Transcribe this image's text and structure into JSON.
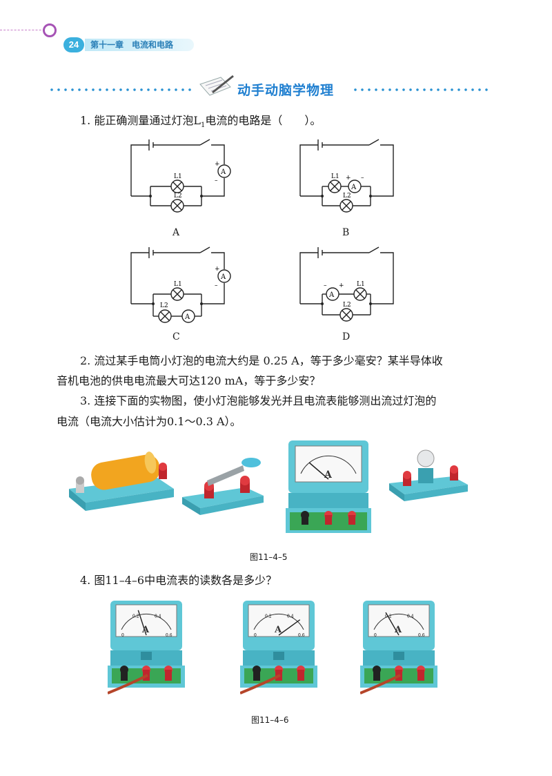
{
  "header": {
    "page_number": "24",
    "chapter": "第十一章　电流和电路"
  },
  "section_title": "动手动脑学物理",
  "q1": {
    "text": "1. 能正确测量通过灯泡L",
    "sub": "1",
    "tail": "电流的电路是（　　）。"
  },
  "circuits": [
    {
      "label": "A",
      "lamp1": "L1",
      "lamp2": "L2",
      "meter": "A"
    },
    {
      "label": "B",
      "lamp1": "L1",
      "lamp2": "L2",
      "meter": "A"
    },
    {
      "label": "C",
      "lamp1": "L1",
      "lamp2": "L2",
      "meter": "A"
    },
    {
      "label": "D",
      "lamp1": "L1",
      "lamp2": "L2",
      "meter": "A"
    }
  ],
  "q2": {
    "line1": "2. 流过某手电筒小灯泡的电流大约是 0.25 A，等于多少毫安？某半导体收",
    "line2": "音机电池的供电电流最大可达120 mA，等于多少安？"
  },
  "q3": {
    "line1": "3. 连接下面的实物图，使小灯泡能够发光并且电流表能够测出流过灯泡的",
    "line2": "电流（电流大小估计为0.1～0.3 A）。"
  },
  "fig5_caption": "图11–4–5",
  "q4": {
    "text": "4. 图11–4–6中电流表的读数各是多少？"
  },
  "fig6_caption": "图11–4–6",
  "meter_face": {
    "letter": "A",
    "scale": [
      "0",
      "0.2",
      "0.4",
      "0.6"
    ]
  },
  "meter_readings": [
    0.24,
    0.48,
    0.2
  ],
  "colors": {
    "accent": "#2a92d2",
    "device": "#5fc7d6",
    "board": "#3aa655"
  }
}
